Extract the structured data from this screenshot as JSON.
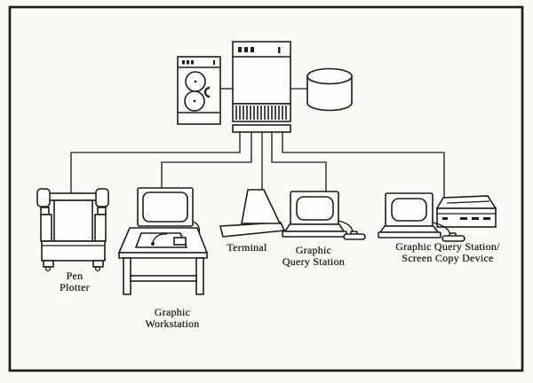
{
  "colors": {
    "ink": "#1d1d1b",
    "paper": "#fdfdfb",
    "page": "#fbfaf7"
  },
  "core_units": {
    "tape_drive": {
      "icon": "tape-drive-icon"
    },
    "cpu": {
      "icon": "cpu-icon"
    },
    "disk": {
      "icon": "disk-storage-icon"
    }
  },
  "devices": {
    "pen_plotter": {
      "icon": "pen-plotter-icon",
      "label_lines": [
        "Pen",
        "Plotter"
      ]
    },
    "graphic_workstation": {
      "icon": "graphic-workstation-icon",
      "label_lines": [
        "Graphic",
        "Workstation"
      ]
    },
    "terminal": {
      "icon": "terminal-icon",
      "label_lines": [
        "Terminal"
      ]
    },
    "graphic_query_station": {
      "icon": "graphic-query-station-icon",
      "label_lines": [
        "Graphic",
        "Query Station"
      ]
    },
    "graphic_query_station_with_copy": {
      "icon": "graphic-query-station-copy-device-icon",
      "label_lines": [
        "Graphic Query Station/",
        "Screen Copy Device"
      ]
    }
  }
}
